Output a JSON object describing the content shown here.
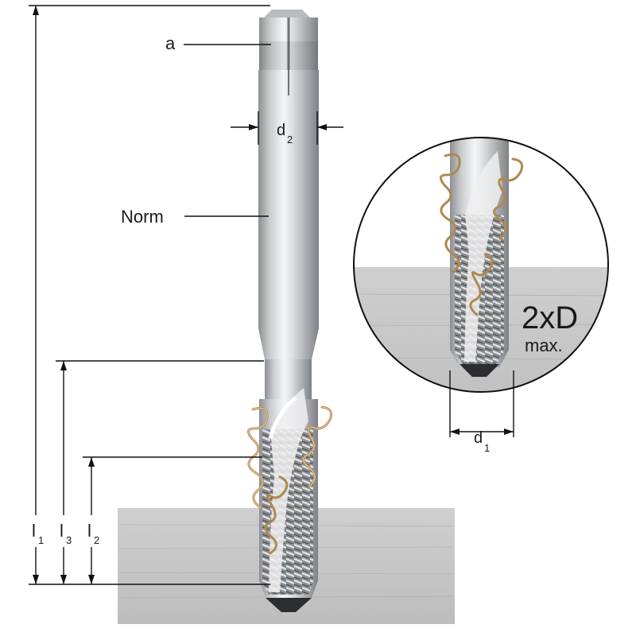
{
  "labels": {
    "a": "a",
    "d2_main": "d",
    "d2_sub": "2",
    "norm": "Norm",
    "d1_main": "d",
    "d1_sub": "1",
    "depth": "2xD",
    "depth_sub": "max.",
    "l1_main": "l",
    "l1_sub": "1",
    "l3_main": "l",
    "l3_sub": "3",
    "l2_main": "l",
    "l2_sub": "2"
  },
  "colors": {
    "workpiece": "#c4c4c4",
    "tool_steel": "#d2d4d6",
    "chip_bronze": "#b08850",
    "dimension_line": "#111111"
  }
}
